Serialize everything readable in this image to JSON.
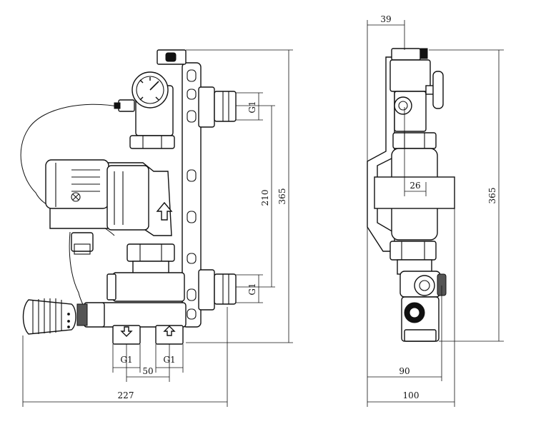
{
  "dimensions": {
    "front": {
      "g1_top": "G1",
      "g1_mid": "G1",
      "center_distance": "210",
      "height": "365",
      "g1_left": "G1",
      "g1_right": "G1",
      "spacing": "50",
      "width": "227"
    },
    "side": {
      "top_offset": "39",
      "depth_inner": "26",
      "height": "365",
      "depth_mid": "90",
      "depth_total": "100"
    }
  }
}
